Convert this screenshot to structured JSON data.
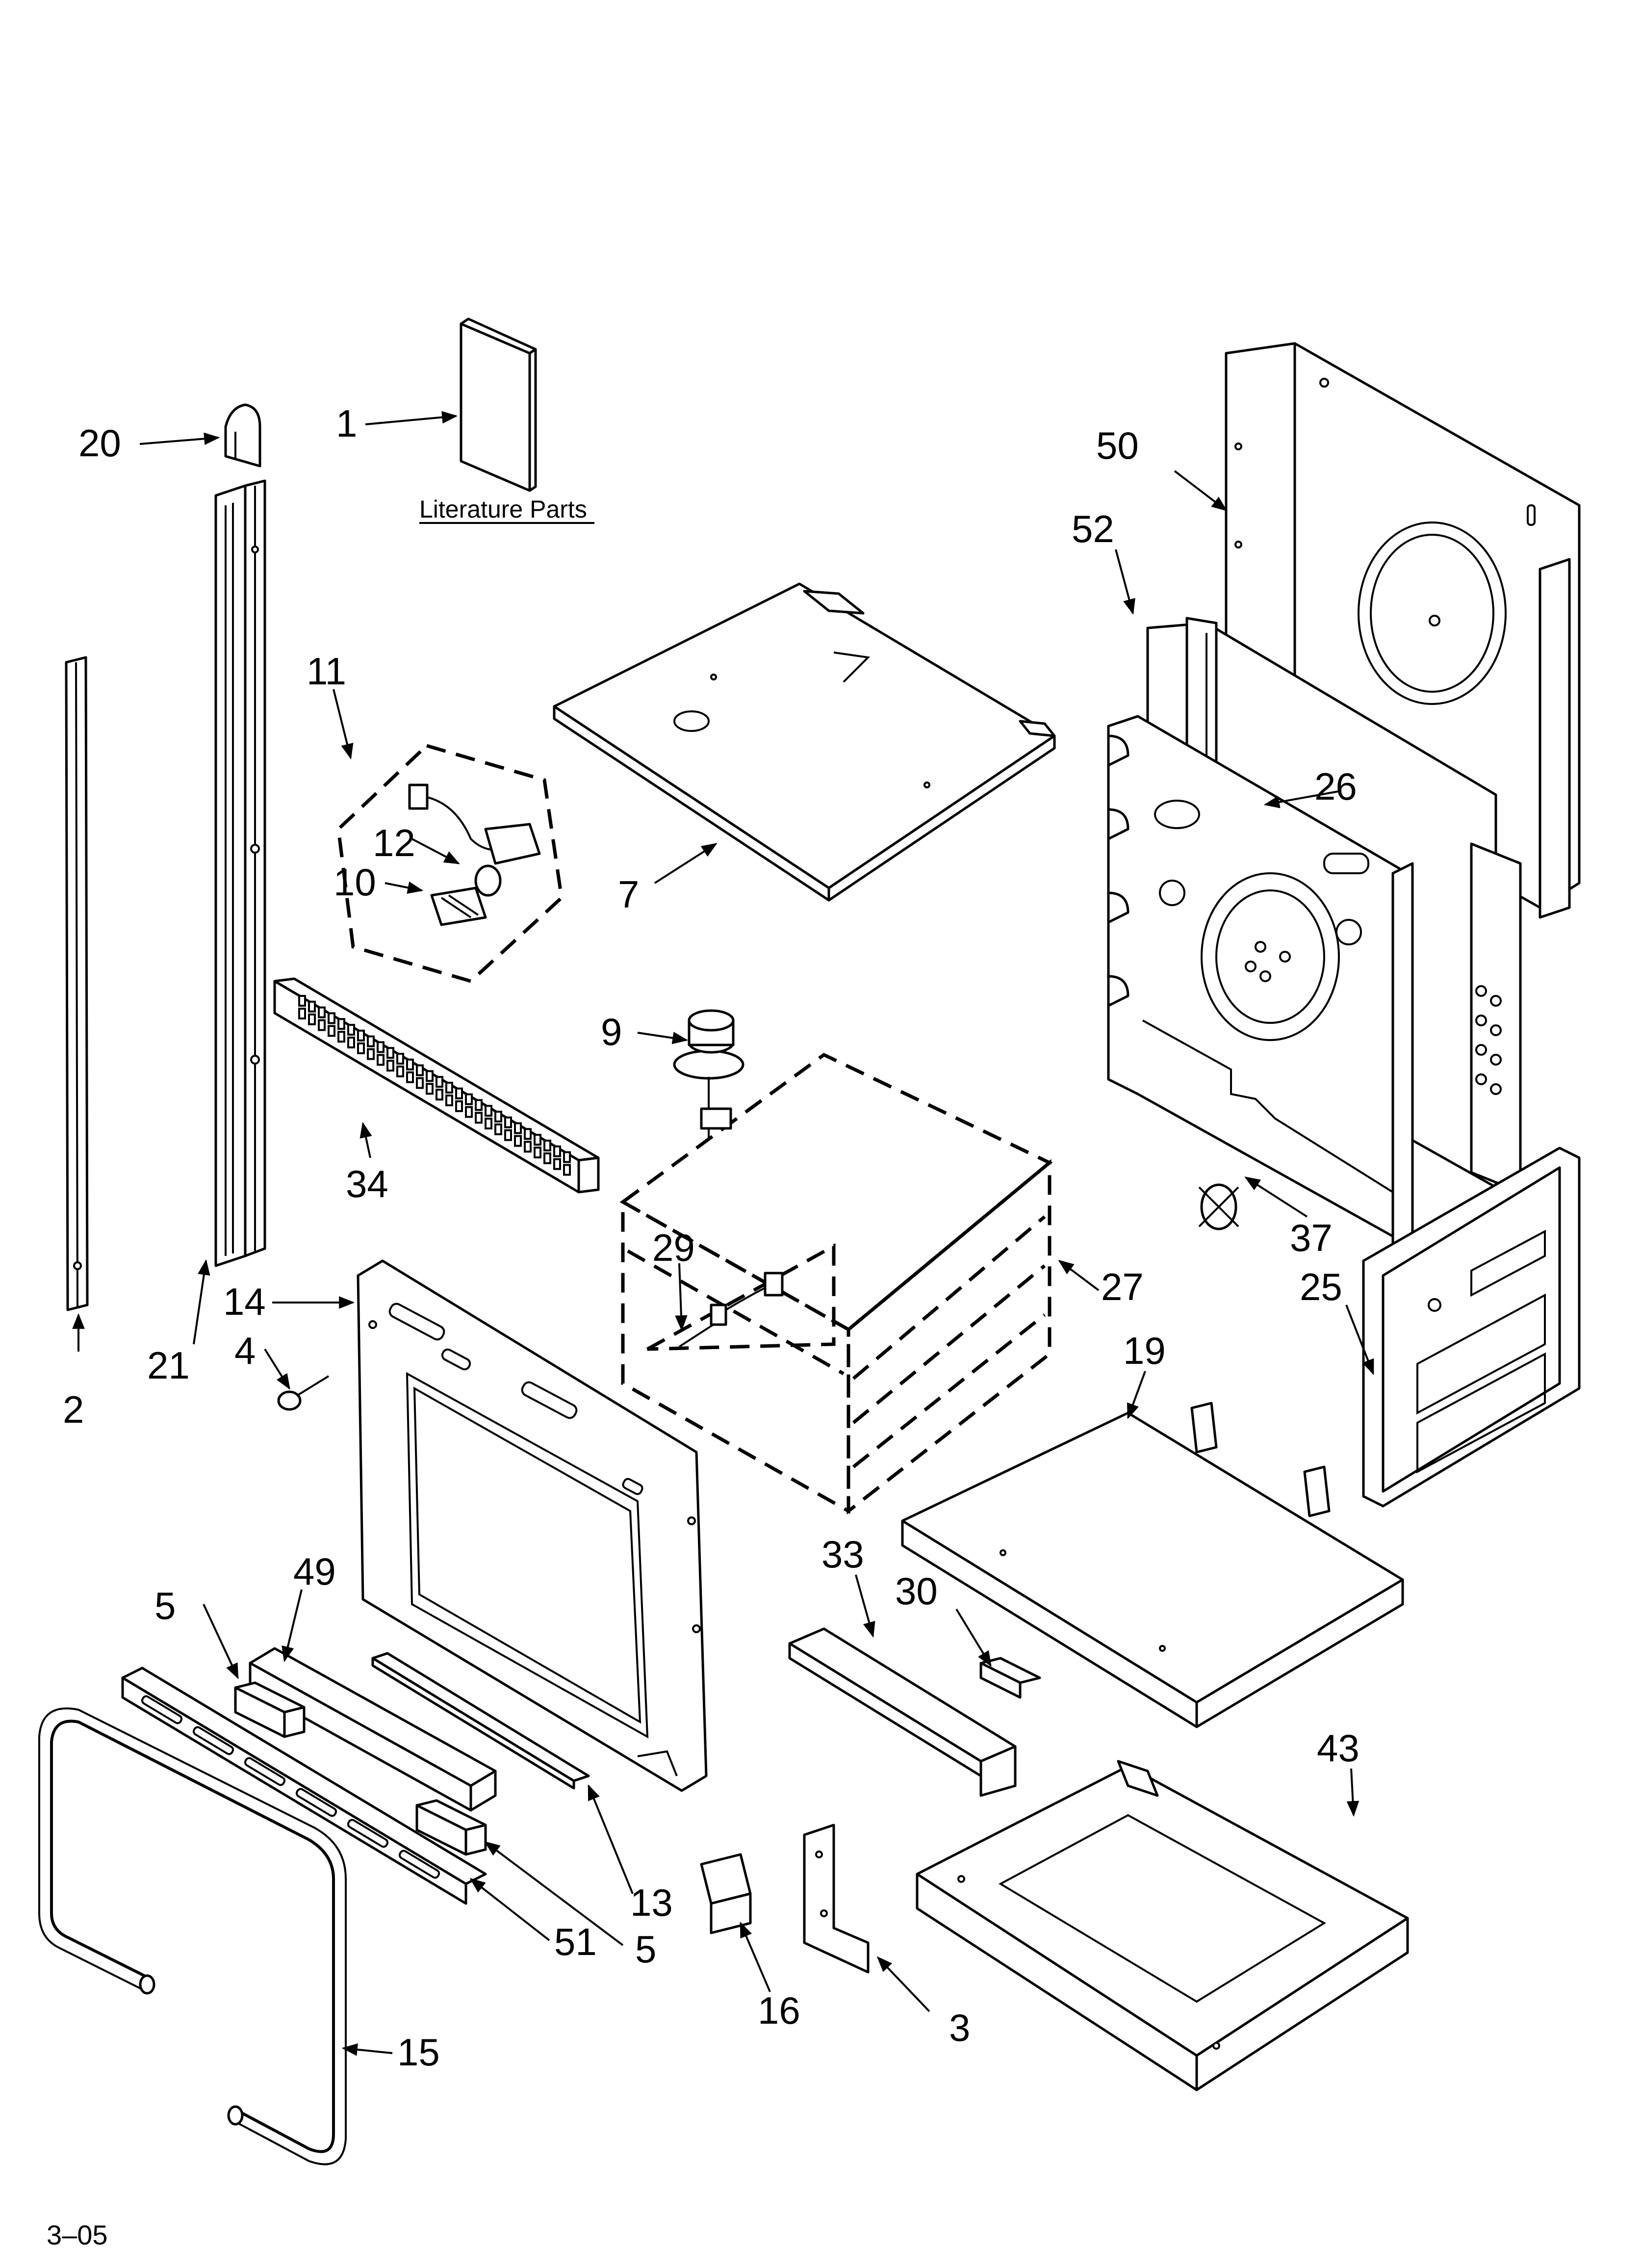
{
  "diagram": {
    "literature_caption": "Literature Parts",
    "footer_code": "3–05",
    "callouts": [
      {
        "id": "c1",
        "label": "1"
      },
      {
        "id": "c2",
        "label": "2"
      },
      {
        "id": "c3",
        "label": "3"
      },
      {
        "id": "c4",
        "label": "4"
      },
      {
        "id": "c5a",
        "label": "5"
      },
      {
        "id": "c5b",
        "label": "5"
      },
      {
        "id": "c7",
        "label": "7"
      },
      {
        "id": "c9",
        "label": "9"
      },
      {
        "id": "c10",
        "label": "10"
      },
      {
        "id": "c11",
        "label": "11"
      },
      {
        "id": "c12",
        "label": "12"
      },
      {
        "id": "c13",
        "label": "13"
      },
      {
        "id": "c14",
        "label": "14"
      },
      {
        "id": "c15",
        "label": "15"
      },
      {
        "id": "c16",
        "label": "16"
      },
      {
        "id": "c19",
        "label": "19"
      },
      {
        "id": "c20",
        "label": "20"
      },
      {
        "id": "c21",
        "label": "21"
      },
      {
        "id": "c25",
        "label": "25"
      },
      {
        "id": "c26",
        "label": "26"
      },
      {
        "id": "c27",
        "label": "27"
      },
      {
        "id": "c29",
        "label": "29"
      },
      {
        "id": "c30",
        "label": "30"
      },
      {
        "id": "c33",
        "label": "33"
      },
      {
        "id": "c34",
        "label": "34"
      },
      {
        "id": "c37",
        "label": "37"
      },
      {
        "id": "c43",
        "label": "43"
      },
      {
        "id": "c49",
        "label": "49"
      },
      {
        "id": "c50",
        "label": "50"
      },
      {
        "id": "c51",
        "label": "51"
      },
      {
        "id": "c52",
        "label": "52"
      }
    ]
  }
}
